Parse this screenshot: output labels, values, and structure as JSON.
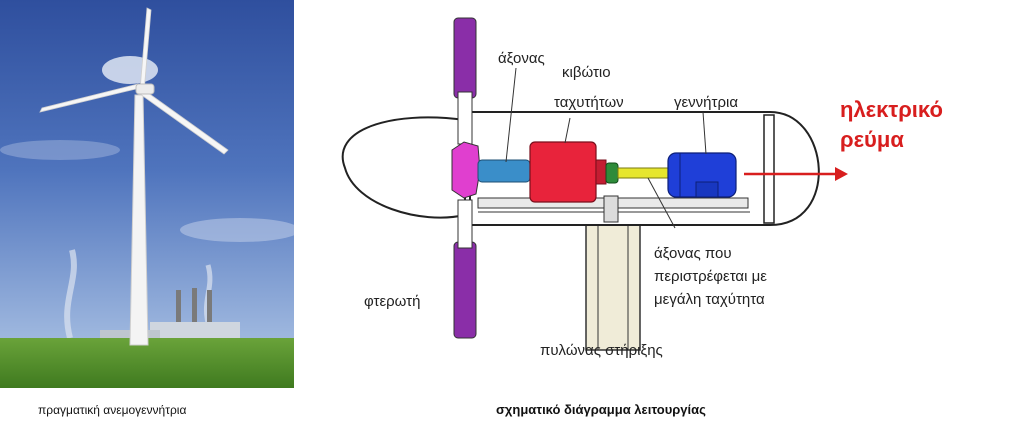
{
  "photo": {
    "caption": "πραγματική ανεμογεννήτρια"
  },
  "diagram": {
    "caption": "σχηματικό διάγραμμα λειτουργίας",
    "labels": {
      "shaft": "άξονας",
      "gearbox_line1": "κιβώτιο",
      "gearbox_line2": "ταχυτήτων",
      "generator": "γεννήτρια",
      "electric_line1": "ηλεκτρικό",
      "electric_line2": "ρεύμα",
      "fast_shaft_line1": "άξονας που",
      "fast_shaft_line2": "περιστρέφεται με",
      "fast_shaft_line3": "μεγάλη ταχύτητα",
      "rotor": "φτερωτή",
      "tower": "πυλώνας στήριξης"
    },
    "colors": {
      "blade": "#8a2ea8",
      "hub": "#e03fcf",
      "shaft": "#3a8ec9",
      "gearbox": "#e8233b",
      "coupling": "#2e8b3a",
      "fast_shaft": "#e6e62e",
      "generator": "#1f3fd8",
      "arrow": "#d81e1e"
    }
  }
}
